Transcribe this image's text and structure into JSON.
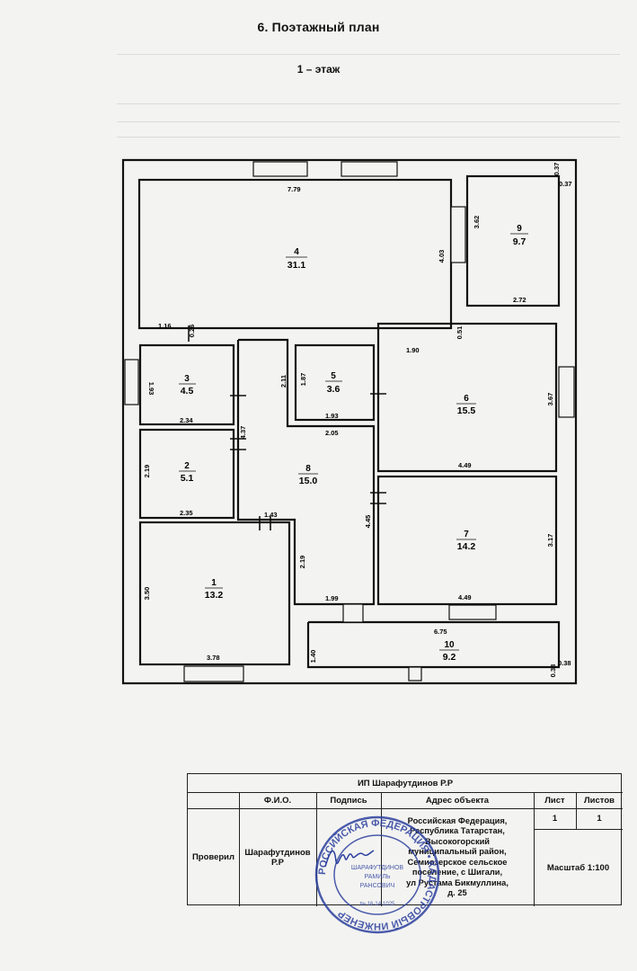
{
  "document": {
    "section_title": "6. Поэтажный план",
    "floor_title": "1 – этаж"
  },
  "rooms": [
    {
      "num": "1",
      "area": "13.2"
    },
    {
      "num": "2",
      "area": "5.1"
    },
    {
      "num": "3",
      "area": "4.5"
    },
    {
      "num": "4",
      "area": "31.1"
    },
    {
      "num": "5",
      "area": "3.6"
    },
    {
      "num": "6",
      "area": "15.5"
    },
    {
      "num": "7",
      "area": "14.2"
    },
    {
      "num": "8",
      "area": "15.0"
    },
    {
      "num": "9",
      "area": "9.7"
    },
    {
      "num": "10",
      "area": "9.2"
    }
  ],
  "dimensions": [
    "7.79",
    "0.37",
    "0.37",
    "3.62",
    "4.03",
    "2.72",
    "1.16",
    "0.26",
    "0.51",
    "1.90",
    "1.93",
    "2.11",
    "1.87",
    "1.93",
    "2.34",
    "4.37",
    "3.67",
    "2.05",
    "2.19",
    "4.49",
    "2.35",
    "1.43",
    "4.45",
    "3.17",
    "3.50",
    "2.19",
    "1.99",
    "4.49",
    "6.75",
    "1.40",
    "3.78",
    "0.38",
    "0.38"
  ],
  "stamp": {
    "company": "ИП Шарафутдинов Р.Р",
    "col_fio": "Ф.И.О.",
    "col_signature": "Подпись",
    "col_address": "Адрес объекта",
    "col_sheet": "Лист",
    "col_sheets": "Листов",
    "role": "Проверил",
    "name": "Шарафутдинов Р.Р",
    "address_lines": [
      "Российская Федерация,",
      "Республика Татарстан,",
      "Высокогорский",
      "муниципальный район,",
      "Семиозерское сельское",
      "поселение, с Шигали,",
      "ул Рустама Бикмуллина,",
      "д. 25"
    ],
    "sheet": "1",
    "sheets": "1",
    "scale": "Масштаб 1:100"
  },
  "seal": {
    "ring_text": "РОССИЙСКАЯ ФЕДЕРАЦИЯ • КАДАСТРОВЫЙ ИНЖЕНЕР",
    "center_text": "ШАРАФУТДИНОВ РАМИЛЬ РАНСОВИЧ",
    "number": "№ 16-14-1025"
  },
  "colors": {
    "ink": "#111111",
    "seal_blue": "#2b3f9e",
    "paper": "#f3f3f1"
  }
}
